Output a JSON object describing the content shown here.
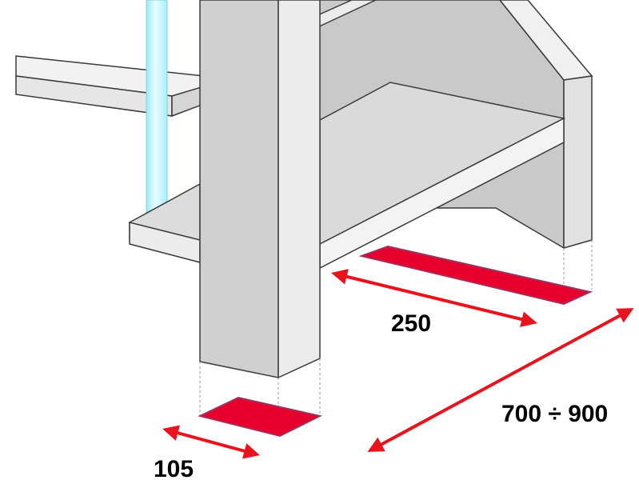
{
  "labels": {
    "tread_depth": "250",
    "post_width": "105",
    "stair_width": "700 ÷ 900"
  },
  "colors": {
    "arrow": "#e8131d",
    "footprint_fill": "#e8002c",
    "footprint_edge": "#a0305e",
    "line": "#3a3a3a",
    "face_light": "#f4f4f4",
    "face_mid": "#d2d2d2",
    "face_dark": "#b9b9b9",
    "baluster": "#c8f6fb"
  }
}
